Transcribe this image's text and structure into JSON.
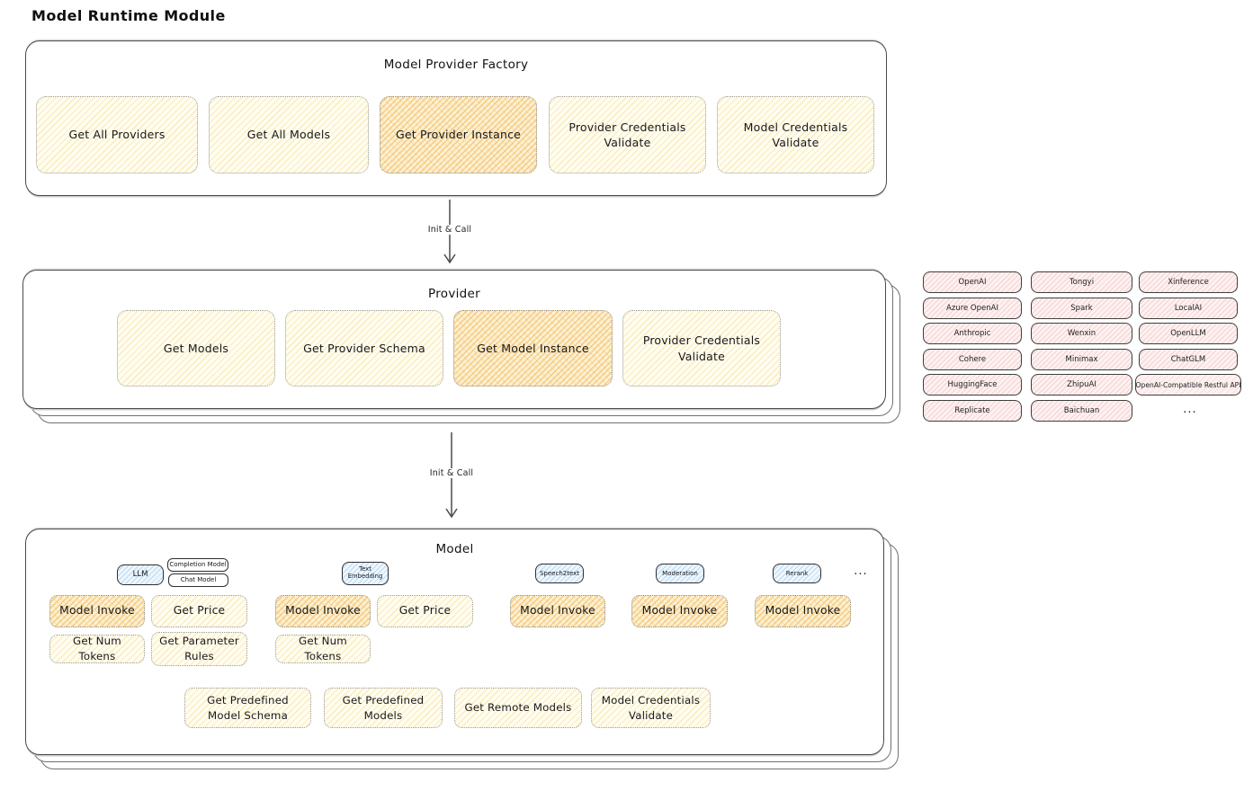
{
  "page_title": "Model Runtime Module",
  "arrows": {
    "factory_to_provider": "Init & Call",
    "provider_to_model": "Init & Call"
  },
  "factory": {
    "title": "Model Provider Factory",
    "buttons": [
      {
        "label": "Get All Providers",
        "highlighted": false
      },
      {
        "label": "Get All Models",
        "highlighted": false
      },
      {
        "label": "Get Provider Instance",
        "highlighted": true
      },
      {
        "label": "Provider Credentials Validate",
        "highlighted": false
      },
      {
        "label": "Model Credentials Validate",
        "highlighted": false
      }
    ]
  },
  "provider": {
    "title": "Provider",
    "buttons": [
      {
        "label": "Get Models",
        "highlighted": false
      },
      {
        "label": "Get Provider Schema",
        "highlighted": false
      },
      {
        "label": "Get Model Instance",
        "highlighted": true
      },
      {
        "label": "Provider Credentials Validate",
        "highlighted": false
      }
    ]
  },
  "providers_list": {
    "column1": [
      "OpenAI",
      "Azure OpenAI",
      "Anthropic",
      "Cohere",
      "HuggingFace",
      "Replicate"
    ],
    "column2": [
      "Tongyi",
      "Spark",
      "Wenxin",
      "Minimax",
      "ZhipuAI",
      "Baichuan"
    ],
    "column3": [
      "Xinference",
      "LocalAI",
      "OpenLLM",
      "ChatGLM",
      "OpenAI-Compatible Restful API"
    ],
    "more": "..."
  },
  "model": {
    "title": "Model",
    "type_tags": {
      "llm": "LLM",
      "completion_model": "Completion Model",
      "chat_model": "Chat Model",
      "text_embedding": "Text Embedding",
      "speech2text": "Speech2text",
      "moderation": "Moderation",
      "rerank": "Rerank",
      "more": "..."
    },
    "buttons": {
      "model_invoke": "Model Invoke",
      "get_price": "Get Price",
      "get_num_tokens": "Get Num Tokens",
      "get_parameter_rules": "Get Parameter Rules"
    },
    "bottom_buttons": [
      "Get Predefined Model Schema",
      "Get Predefined Models",
      "Get Remote Models",
      "Model Credentials Validate"
    ]
  },
  "colors": {
    "yellow_fill": "#fffdf0",
    "yellow_hatch": "#f0cd69",
    "orange_fill": "#fcf0d2",
    "orange_hatch": "#eea837",
    "blue_fill": "#eef7fe",
    "blue_hatch": "#70acde",
    "pink_fill": "#fdf1f1",
    "pink_hatch": "#e98c8c",
    "container_border": "#4a4a4a"
  }
}
